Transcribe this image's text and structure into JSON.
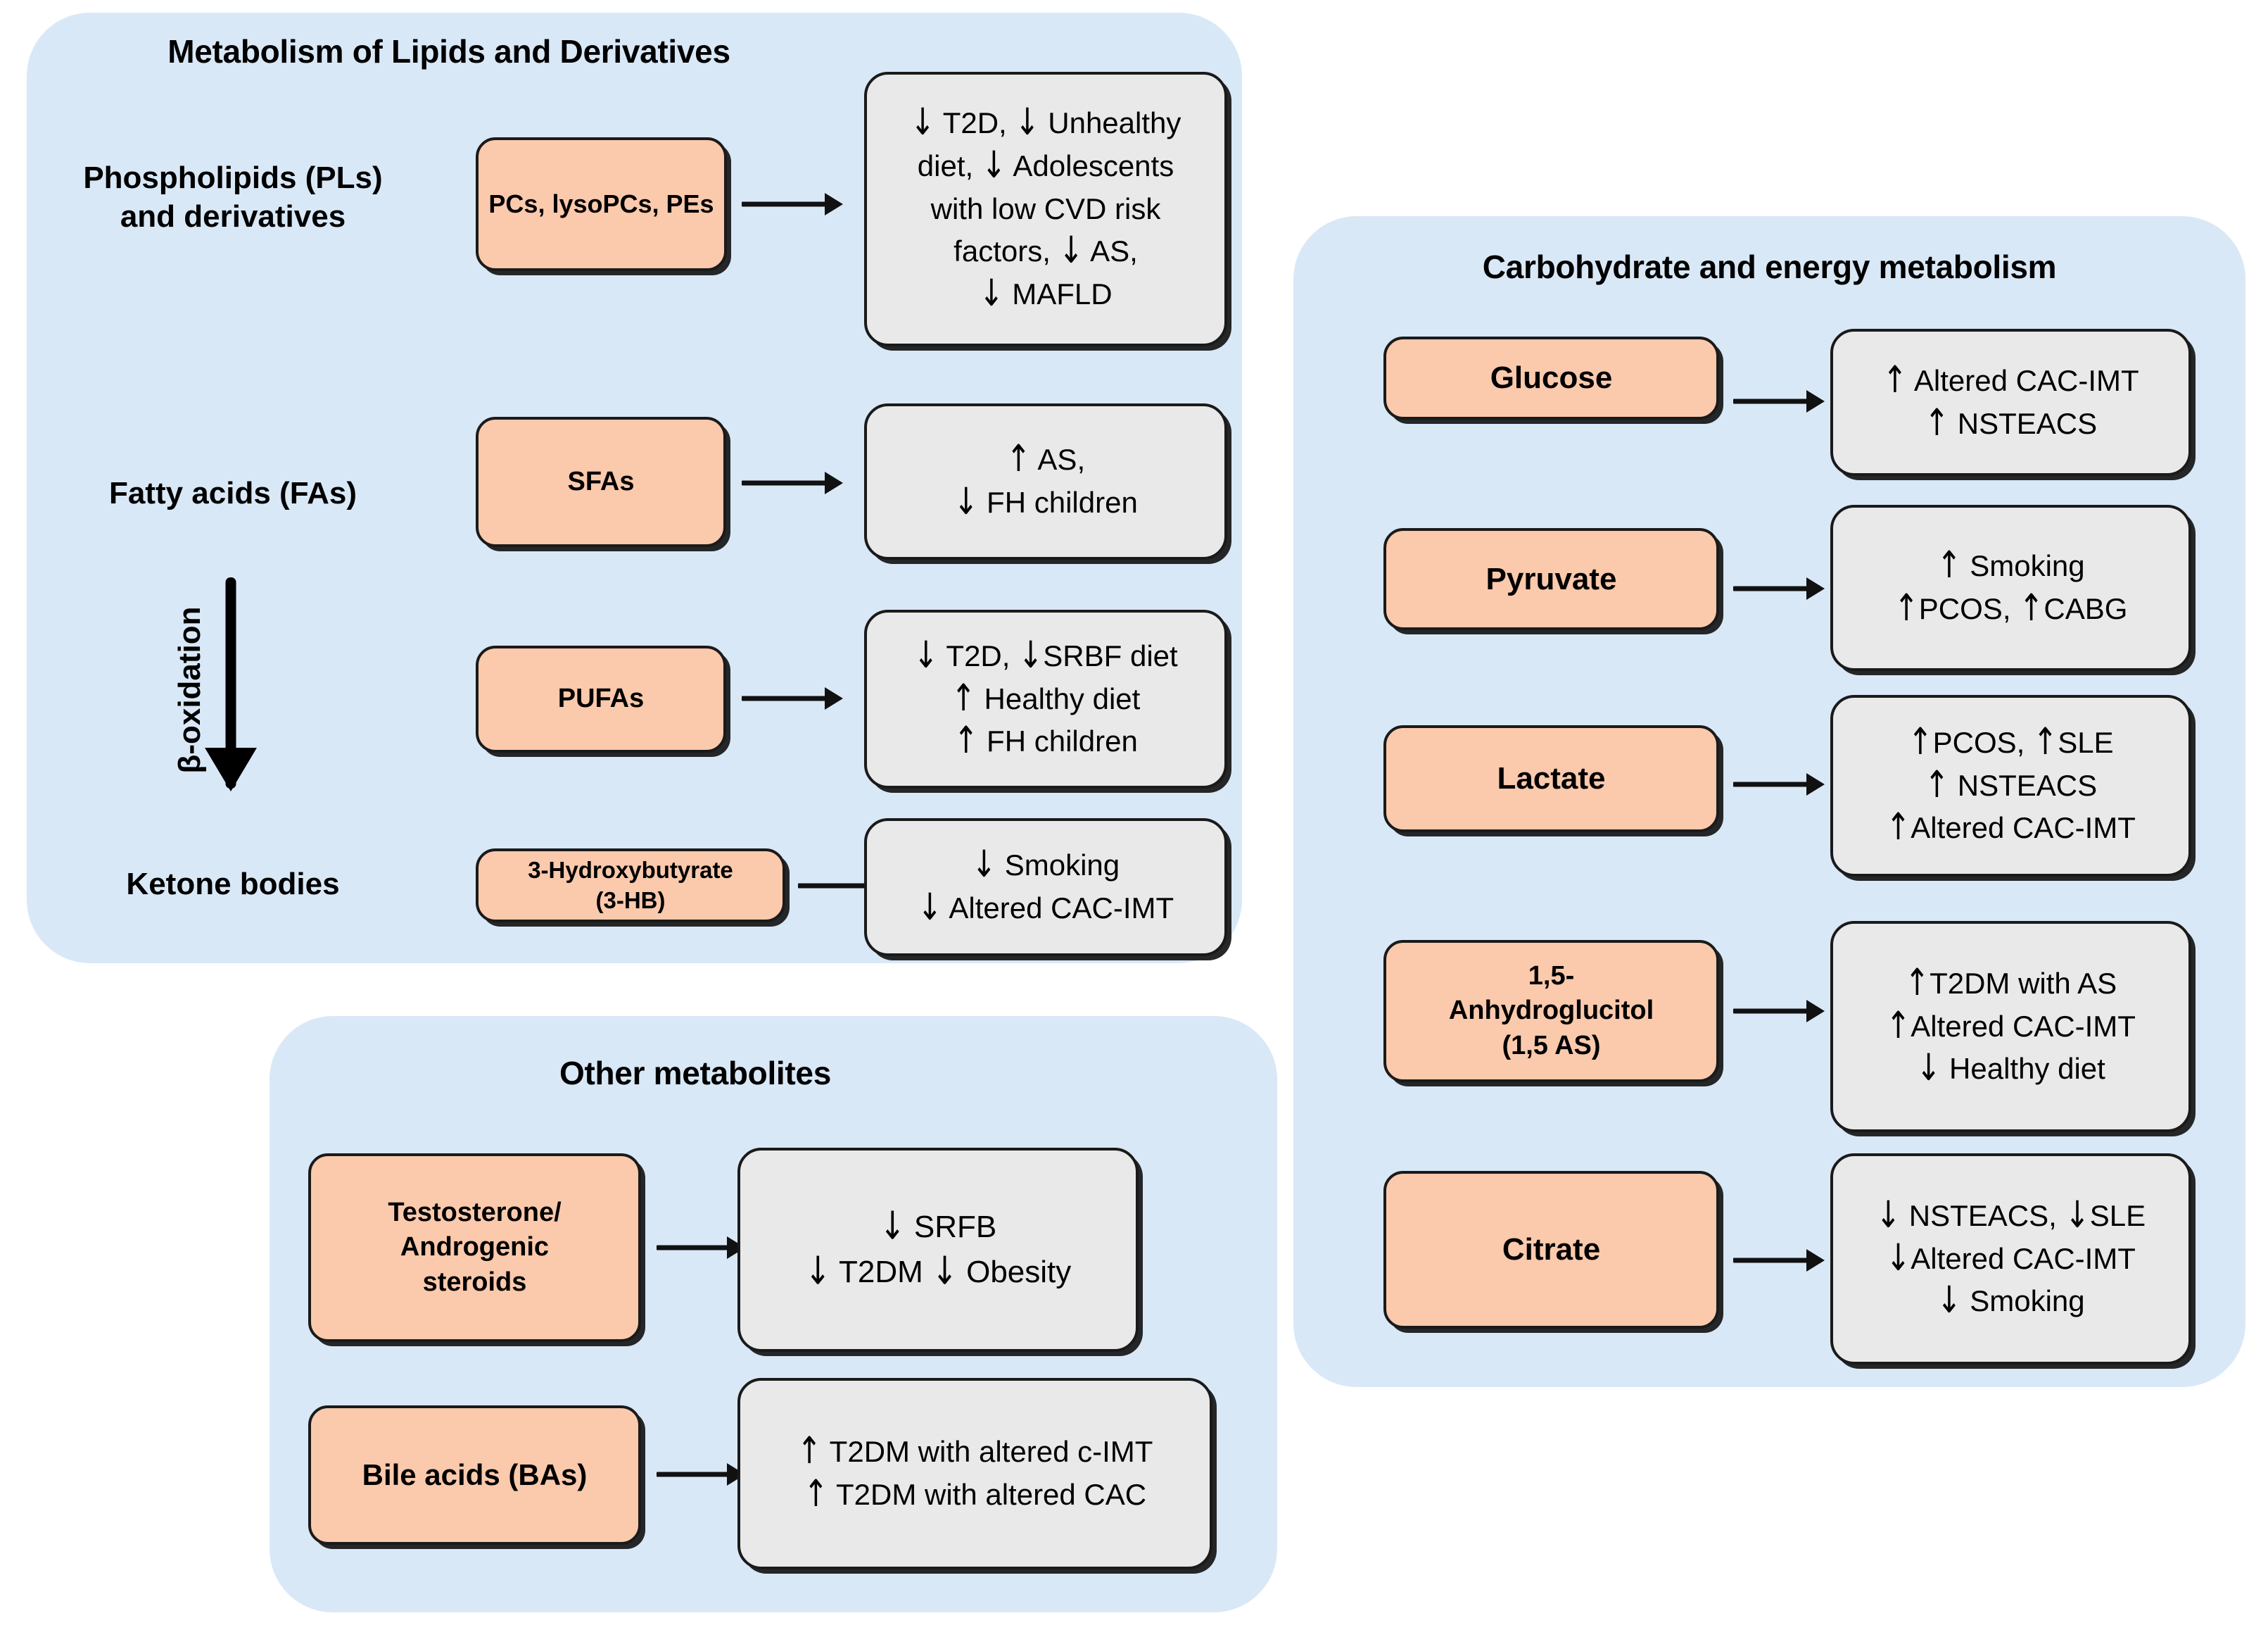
{
  "colors": {
    "panel_blue": "#D9E8F7",
    "metabolite_orange": "#FBC9AC",
    "outcome_grey": "#E9E9E9",
    "outline_black": "#1a1a1a",
    "background": "#FFFFFF"
  },
  "panels": [
    {
      "id": "lipids",
      "title": "Metabolism of Lipids and Derivatives",
      "row_labels": [
        {
          "id": "phospholipids",
          "text": "Phospholipids (PLs)\nand derivatives"
        },
        {
          "id": "fatty-acids",
          "text": "Fatty acids (FAs)"
        },
        {
          "id": "ketone-bodies",
          "text": "Ketone bodies"
        }
      ],
      "process_label": "β-oxidation",
      "rows": [
        {
          "id": "pcs-lysopcs-pes",
          "metabolite": "PCs, lysoPCs, PEs",
          "outcomes": [
            "↓ T2D, ↓ Unhealthy diet, ↓ Adolescents with low CVD risk factors, ↓ AS, ↓ MAFLD"
          ],
          "outcome_lines": [
            "↓ T2D, ↓ Unhealthy",
            "diet, ↓ Adolescents",
            "with low CVD risk",
            "factors, ↓ AS,",
            "↓ MAFLD"
          ]
        },
        {
          "id": "sfas",
          "metabolite": "SFAs",
          "outcome_lines": [
            "↑ AS,",
            "↓ FH children"
          ]
        },
        {
          "id": "pufas",
          "metabolite": "PUFAs",
          "outcome_lines": [
            "↓ T2D, ↓SRBF diet",
            "↑ Healthy diet",
            "↑ FH children"
          ]
        },
        {
          "id": "3-hydroxybutyrate",
          "metabolite": "3-Hydroxybutyrate\n(3-HB)",
          "outcome_lines": [
            "↓ Smoking",
            "↓ Altered CAC-IMT"
          ]
        }
      ]
    },
    {
      "id": "other-metabolites",
      "title": "Other metabolites",
      "rows": [
        {
          "id": "testosterone",
          "metabolite": "Testosterone/\nAndrogenic\nsteroids",
          "outcome_lines": [
            "↓ SRFB",
            "↓ T2DM  ↓ Obesity"
          ]
        },
        {
          "id": "bile-acids",
          "metabolite": "Bile acids (BAs)",
          "outcome_lines": [
            "↑ T2DM with altered c-IMT",
            "↑ T2DM with altered CAC"
          ]
        }
      ]
    },
    {
      "id": "carbohydrate",
      "title": "Carbohydrate and energy metabolism",
      "rows": [
        {
          "id": "glucose",
          "metabolite": "Glucose",
          "outcome_lines": [
            "↑ Altered CAC-IMT",
            "↑ NSTEACS"
          ]
        },
        {
          "id": "pyruvate",
          "metabolite": "Pyruvate",
          "outcome_lines": [
            "↑ Smoking",
            "↑PCOS, ↑CABG"
          ]
        },
        {
          "id": "lactate",
          "metabolite": "Lactate",
          "outcome_lines": [
            "↑PCOS, ↑SLE",
            "↑ NSTEACS",
            "↑Altered CAC-IMT"
          ]
        },
        {
          "id": "anhydroglucitol",
          "metabolite": "1,5-\nAnhydroglucitol\n(1,5 AS)",
          "outcome_lines": [
            "↑T2DM with AS",
            "↑Altered CAC-IMT",
            "↓ Healthy diet"
          ]
        },
        {
          "id": "citrate",
          "metabolite": "Citrate",
          "outcome_lines": [
            "↓ NSTEACS, ↓SLE",
            "↓Altered CAC-IMT",
            "↓ Smoking"
          ]
        }
      ]
    }
  ]
}
